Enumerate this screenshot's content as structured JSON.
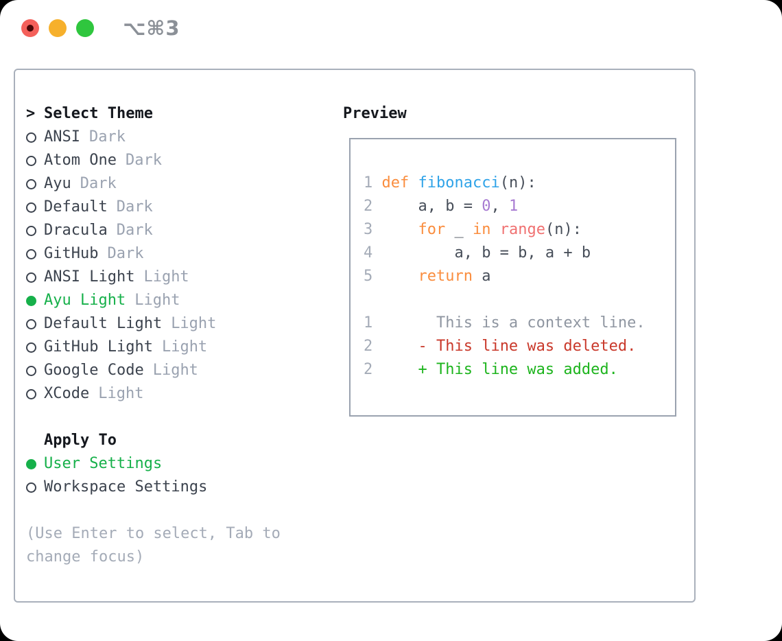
{
  "titlebar": {
    "shortcut": "⌥⌘3",
    "traffic_lights": [
      "close",
      "minimize",
      "zoom"
    ]
  },
  "theme_panel": {
    "prompt": ">",
    "heading": "Select Theme",
    "items": [
      {
        "label": "ANSI",
        "variant": "Dark",
        "selected": false
      },
      {
        "label": "Atom One",
        "variant": "Dark",
        "selected": false
      },
      {
        "label": "Ayu",
        "variant": "Dark",
        "selected": false
      },
      {
        "label": "Default",
        "variant": "Dark",
        "selected": false
      },
      {
        "label": "Dracula",
        "variant": "Dark",
        "selected": false
      },
      {
        "label": "GitHub",
        "variant": "Dark",
        "selected": false
      },
      {
        "label": "ANSI Light",
        "variant": "Light",
        "selected": false
      },
      {
        "label": "Ayu Light",
        "variant": "Light",
        "selected": true
      },
      {
        "label": "Default Light",
        "variant": "Light",
        "selected": false
      },
      {
        "label": "GitHub Light",
        "variant": "Light",
        "selected": false
      },
      {
        "label": "Google Code",
        "variant": "Light",
        "selected": false
      },
      {
        "label": "XCode",
        "variant": "Light",
        "selected": false
      }
    ],
    "apply_heading": "Apply To",
    "apply_items": [
      {
        "label": "User Settings",
        "selected": true
      },
      {
        "label": "Workspace Settings",
        "selected": false
      }
    ],
    "hint_lines": [
      "(Use Enter to select, Tab to",
      "change focus)"
    ]
  },
  "preview": {
    "heading": "Preview",
    "lines": [
      {
        "n": "1",
        "s": [
          [
            "k",
            "def"
          ],
          [
            "p",
            " "
          ],
          [
            "f",
            "fibonacci"
          ],
          [
            "p",
            "(n):"
          ]
        ]
      },
      {
        "n": "2",
        "s": [
          [
            "p",
            "    a, b = "
          ],
          [
            "n",
            "0"
          ],
          [
            "p",
            ", "
          ],
          [
            "n",
            "1"
          ]
        ]
      },
      {
        "n": "3",
        "s": [
          [
            "p",
            "    "
          ],
          [
            "k",
            "for"
          ],
          [
            "p",
            " _ "
          ],
          [
            "k",
            "in"
          ],
          [
            "p",
            " "
          ],
          [
            "r",
            "range"
          ],
          [
            "p",
            "(n):"
          ]
        ]
      },
      {
        "n": "4",
        "s": [
          [
            "p",
            "        a, b = b, a + b"
          ]
        ]
      },
      {
        "n": "5",
        "s": [
          [
            "p",
            "    "
          ],
          [
            "k",
            "return"
          ],
          [
            "p",
            " a"
          ]
        ]
      },
      {
        "blank": true
      },
      {
        "n": "1",
        "s": [
          [
            "m",
            "      This is a context line."
          ]
        ]
      },
      {
        "n": "2",
        "s": [
          [
            "p",
            "    "
          ],
          [
            "d",
            "- This line was deleted."
          ]
        ]
      },
      {
        "n": "2",
        "s": [
          [
            "p",
            "    "
          ],
          [
            "a",
            "+ This line was added."
          ]
        ]
      }
    ]
  },
  "colors": {
    "accent_green": "#16b04a",
    "traffic_red": "#f4605a",
    "traffic_yellow": "#f6b02c",
    "traffic_green": "#2fc63e",
    "panel_border": "#a9b0bb",
    "text_dark": "#3c434e",
    "text_muted": "#9aa2b0",
    "syntax_keyword": "#fa8d3e",
    "syntax_function": "#2fa3e8",
    "syntax_number": "#a77ad1",
    "syntax_builtin": "#f07171",
    "diff_deleted": "#c9382a",
    "diff_added": "#1db41d"
  }
}
